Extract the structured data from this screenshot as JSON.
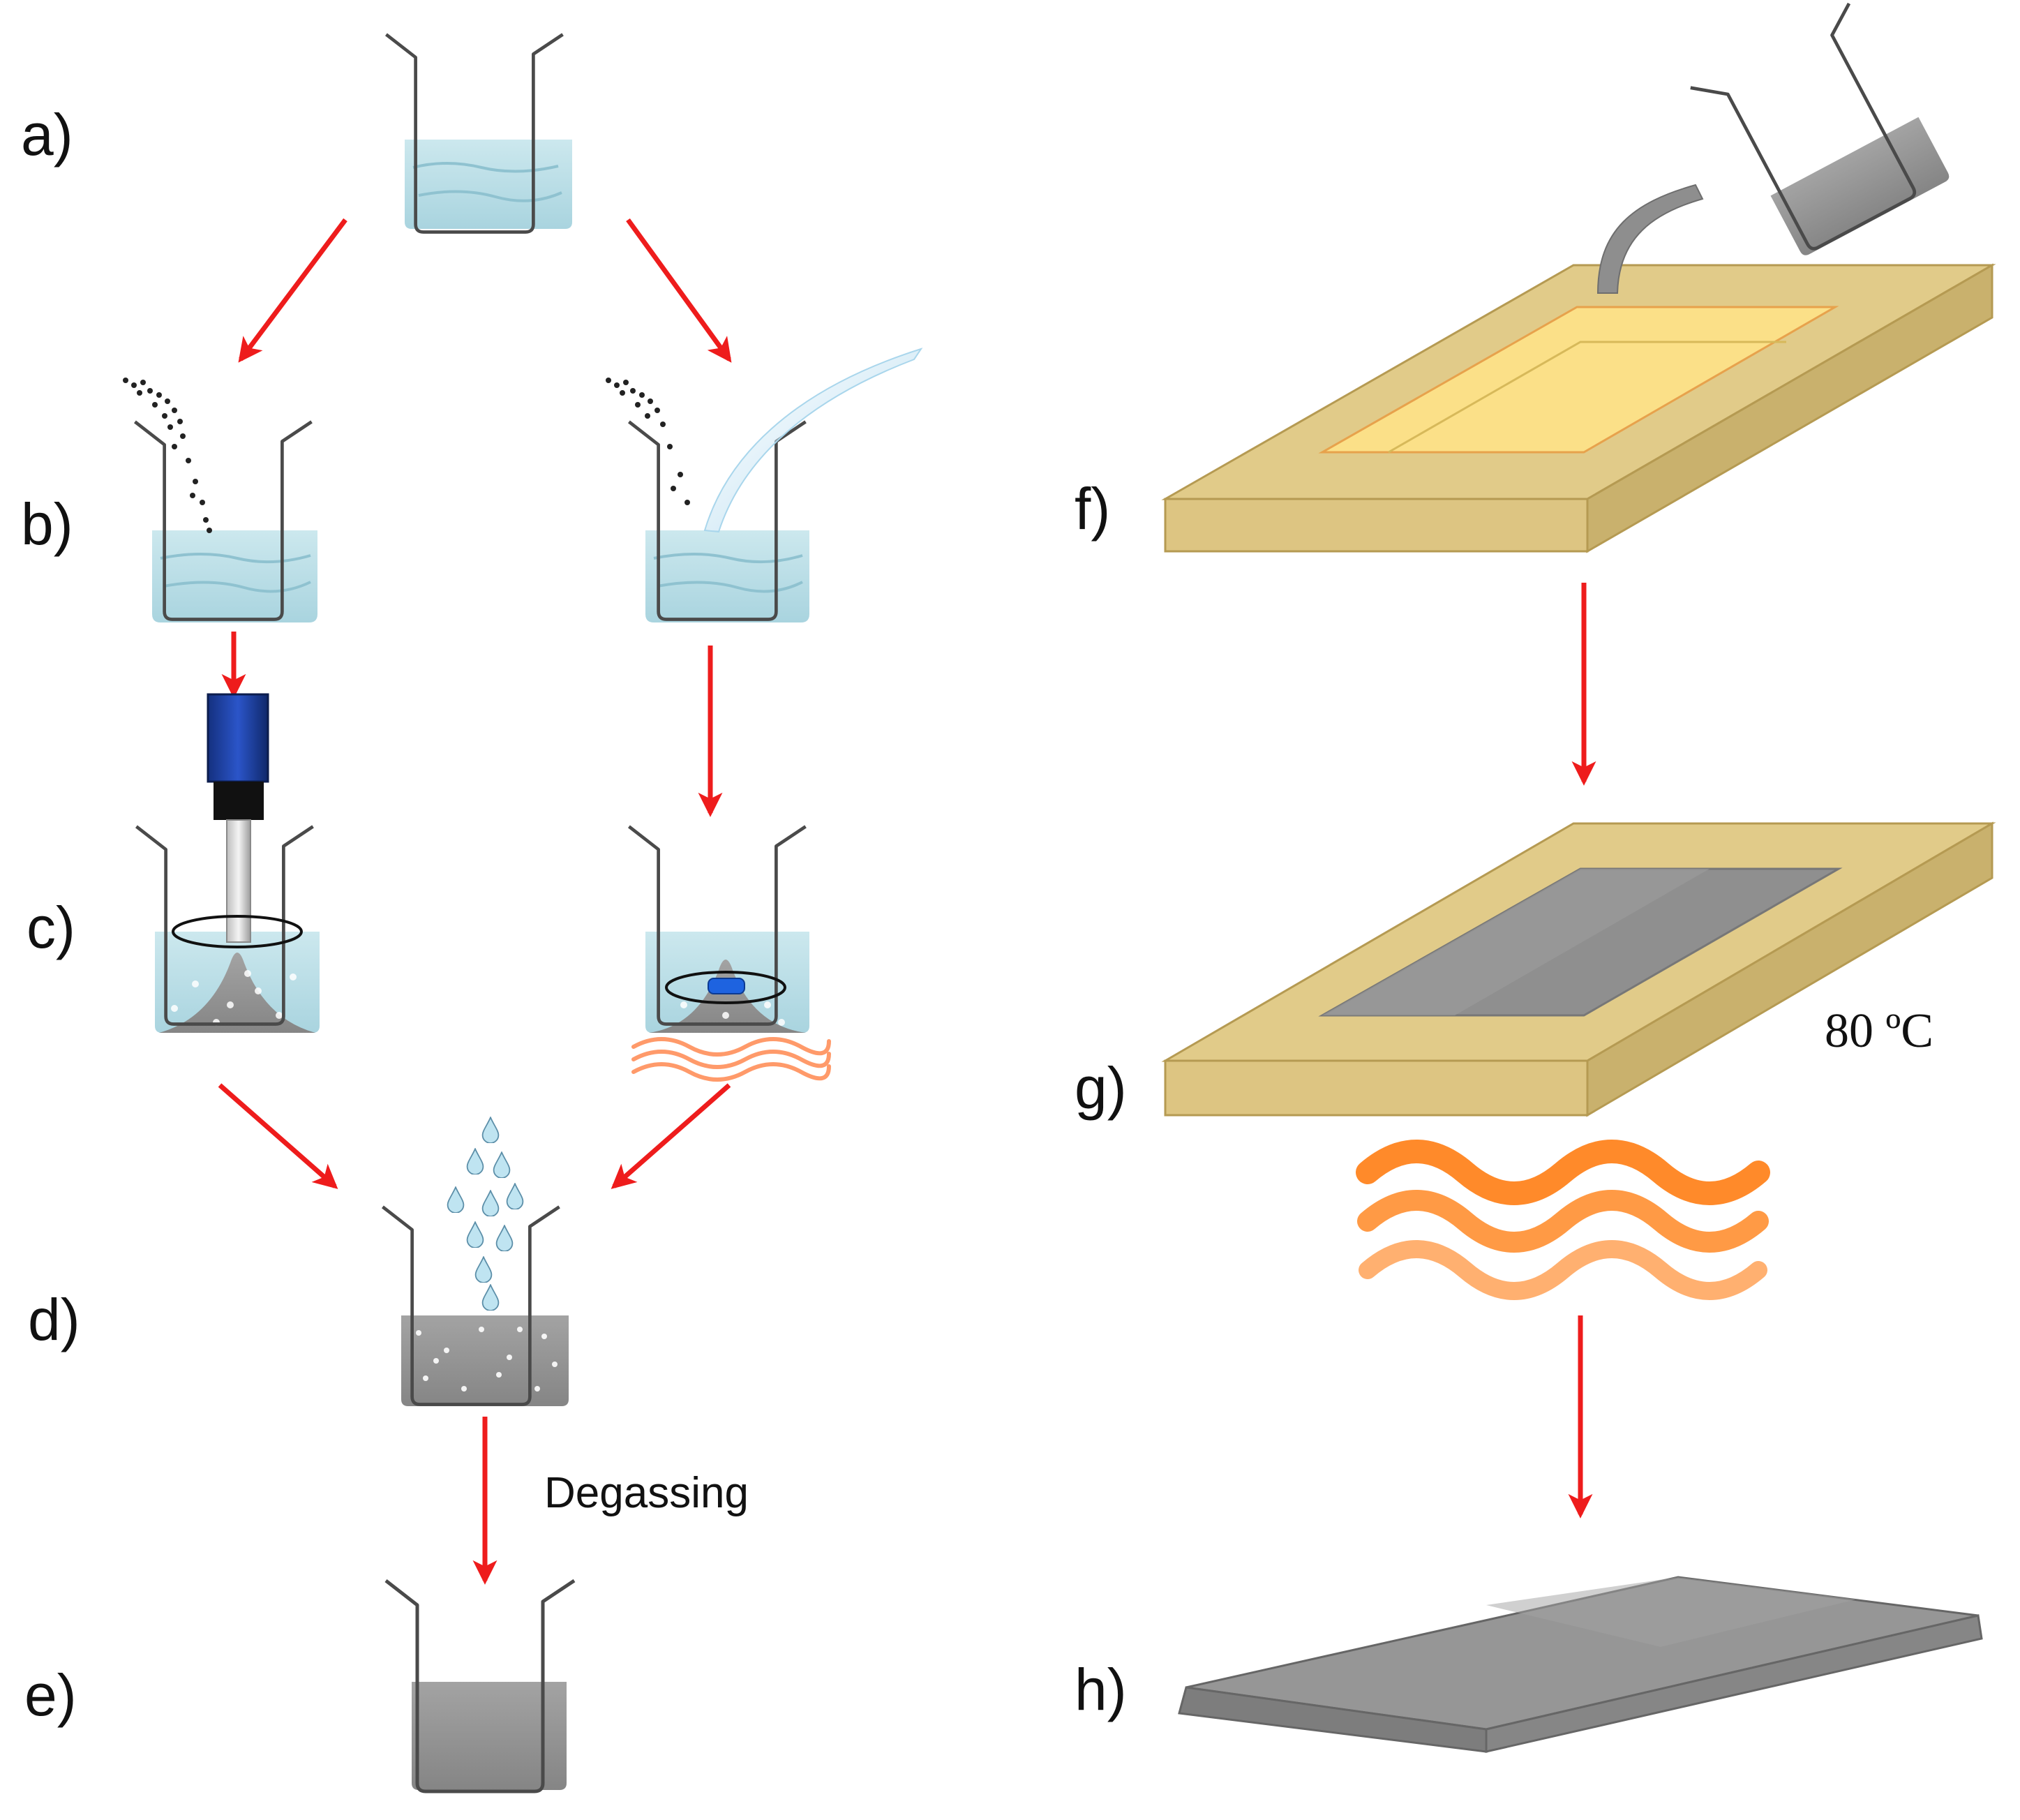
{
  "steps": {
    "a": "a)",
    "b": "b)",
    "c": "c)",
    "d": "d)",
    "e": "e)",
    "f": "f)",
    "g": "g)",
    "h": "h)"
  },
  "notes": {
    "degassing": "Degassing",
    "temperature": "80 ºC"
  },
  "colors": {
    "arrow": "#ee1c1c",
    "water": "#b4dbe4",
    "mold": "#e1cb89",
    "mold_inner": "#fbe088",
    "slurry": "#8f8f8f",
    "heat": "#ff9a4d",
    "motor": "#1c3fa0"
  },
  "icons": {
    "arrow": "red-arrow-icon",
    "beaker": "beaker-icon",
    "mixer": "overhead-stirrer-icon",
    "stir_bar": "magnetic-stir-bar-icon",
    "heat": "heat-waves-icon",
    "drops": "water-drops-icon",
    "mold": "mold-tray-icon"
  }
}
